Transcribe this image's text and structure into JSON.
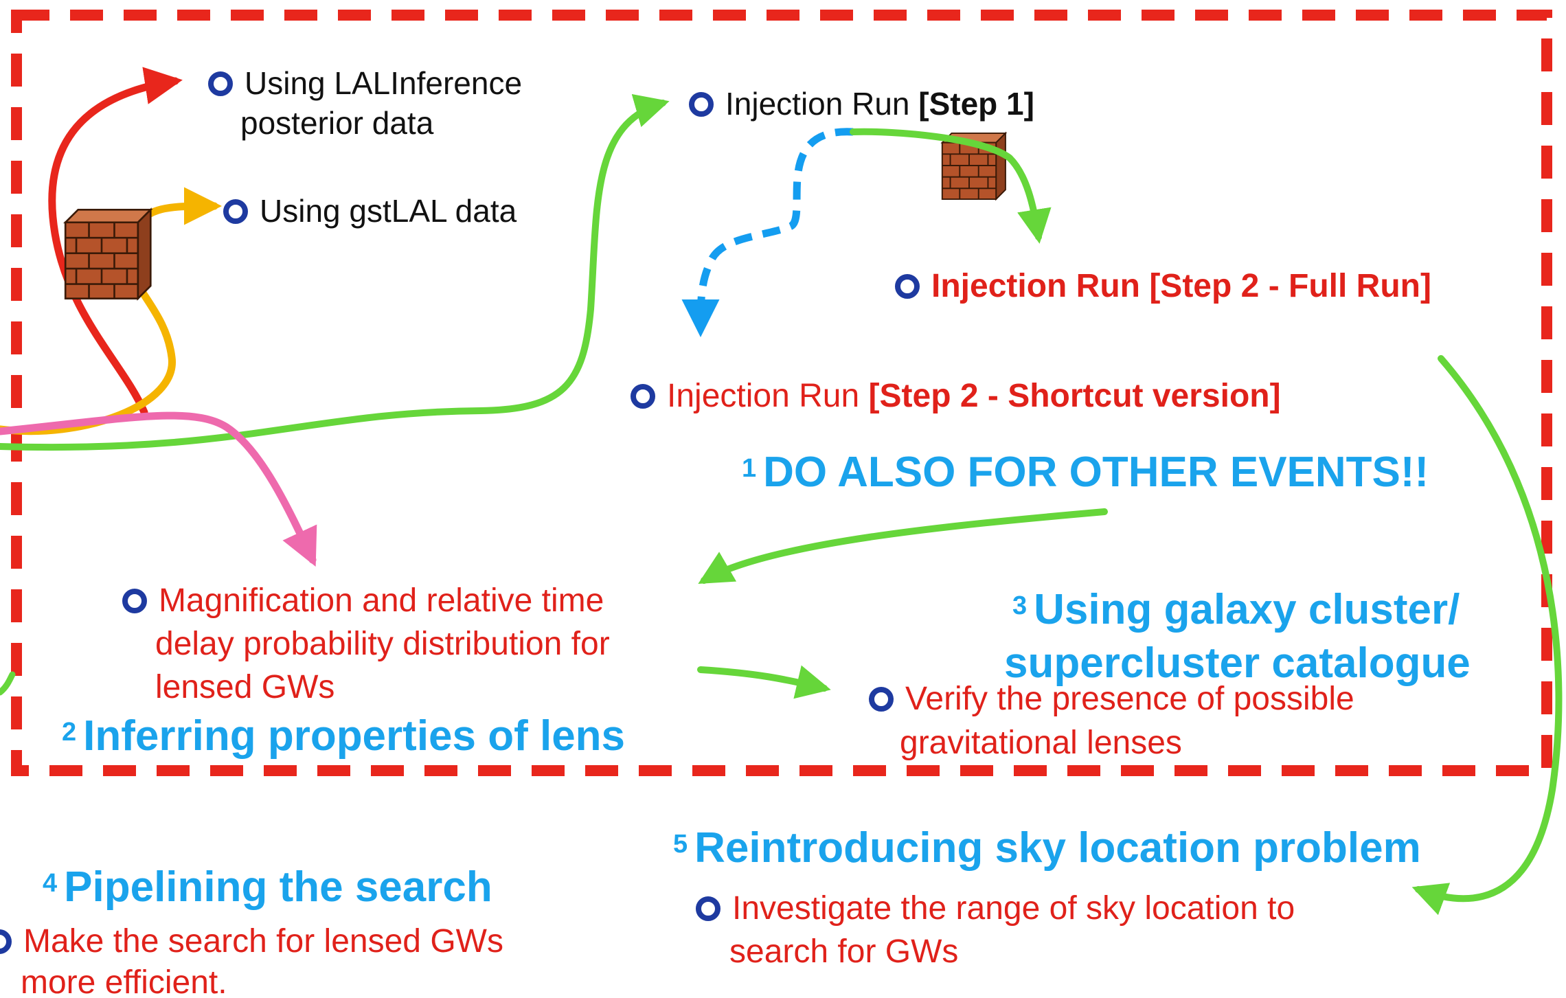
{
  "nodes": {
    "lalinference": {
      "line1": "Using LALInference",
      "line2": "posterior data"
    },
    "gstlal": {
      "text": "Using gstLAL data"
    },
    "injection_step1": {
      "prefix": "Injection Run ",
      "bold": "[Step 1]"
    },
    "injection_step2_full": {
      "text": "Injection Run [Step 2 - Full Run]"
    },
    "injection_step2_shortcut": {
      "prefix": "Injection Run ",
      "bold": "[Step 2 - Shortcut version]"
    },
    "do_also": {
      "num": "1",
      "text": "DO ALSO FOR OTHER EVENTS!!"
    },
    "magnification": {
      "line1": "Magnification and relative time",
      "line2": "delay probability distribution for",
      "line3": "lensed GWs"
    },
    "inferring": {
      "num": "2",
      "text": "Inferring properties of lens"
    },
    "galaxy_cluster": {
      "num": "3",
      "line1": "Using galaxy cluster/",
      "line2": "supercluster catalogue"
    },
    "verify": {
      "line1": "Verify the presence of possible",
      "line2": "gravitational lenses"
    },
    "pipelining": {
      "num": "4",
      "text": "Pipelining the search"
    },
    "make_search": {
      "line1": "Make the search for lensed GWs",
      "line2": "more efficient."
    },
    "reintroducing": {
      "num": "5",
      "text": "Reintroducing sky location problem"
    },
    "investigate": {
      "line1": "Investigate the range of sky location to",
      "line2": "search for GWs"
    }
  },
  "colors": {
    "frame": "#e8261c",
    "green": "#66d63a",
    "red_arrow": "#e8261c",
    "orange": "#f5b400",
    "pink": "#ee6aad",
    "dashed_blue": "#149df0",
    "bullet": "#1e3aa0",
    "brick": "#b5532a"
  }
}
